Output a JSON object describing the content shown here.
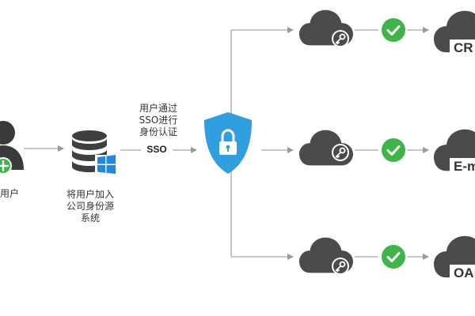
{
  "diagram": {
    "user_label": "用户",
    "directory_label_lines": [
      "将用户加入",
      "公司身份源",
      "系统"
    ],
    "sso_caption_lines": [
      "用户通过",
      "SSO进行",
      "身份认证"
    ],
    "sso_label": "SSO",
    "apps": [
      {
        "label": "CR",
        "status": "verified"
      },
      {
        "label": "E-m",
        "status": "verified"
      },
      {
        "label": "OA",
        "status": "verified"
      }
    ]
  },
  "colors": {
    "shield": "#2f9fe0",
    "cloud": "#4b4b4b",
    "check": "#3eb449",
    "user_plus": "#3eb449",
    "line": "#b5b5b5",
    "database": "#3f3f3f",
    "windows": "#1e88e5"
  },
  "icons": {
    "user": "user-add-icon",
    "directory": "database-windows-icon",
    "shield": "shield-lock-icon",
    "cloud": "cloud-key-icon",
    "check": "check-circle-icon"
  }
}
